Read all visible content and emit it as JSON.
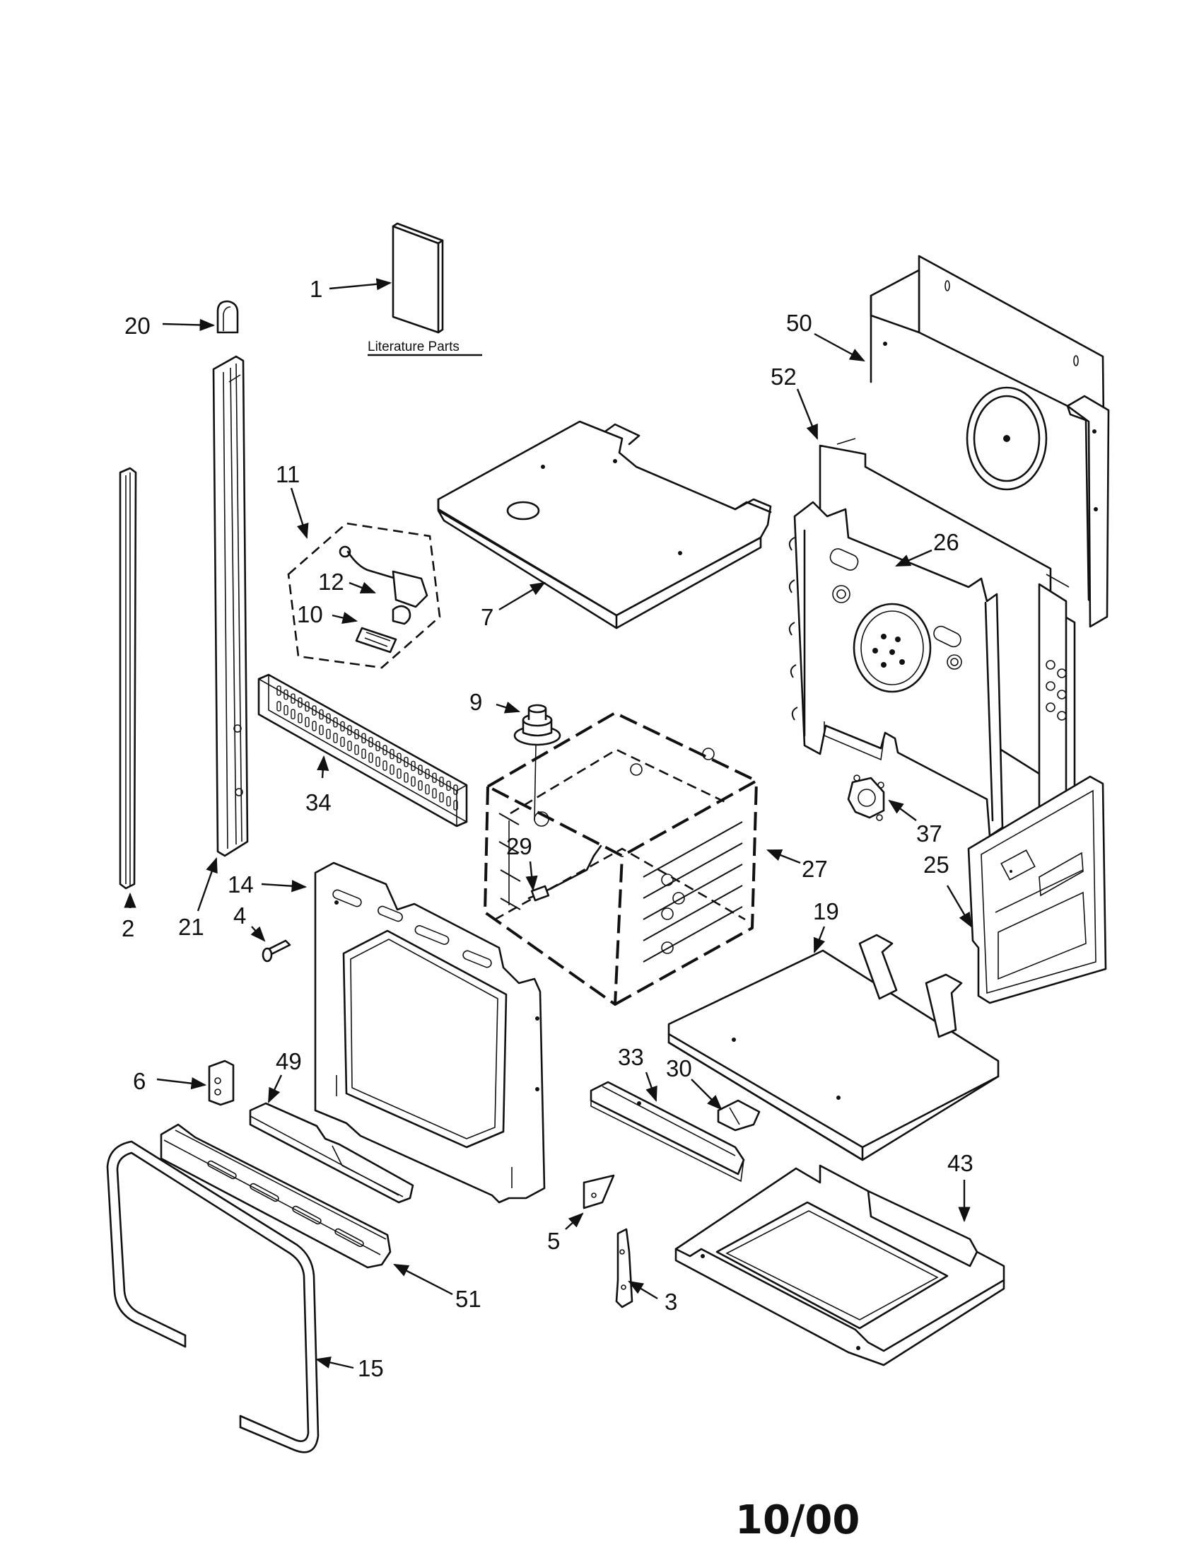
{
  "diagram": {
    "literature_caption": "Literature Parts",
    "date_code": "10/00",
    "callouts": [
      {
        "id": "c1",
        "text": "1"
      },
      {
        "id": "c2",
        "text": "2"
      },
      {
        "id": "c3",
        "text": "3"
      },
      {
        "id": "c4",
        "text": "4"
      },
      {
        "id": "c5",
        "text": "5"
      },
      {
        "id": "c6",
        "text": "6"
      },
      {
        "id": "c7",
        "text": "7"
      },
      {
        "id": "c9",
        "text": "9"
      },
      {
        "id": "c10",
        "text": "10"
      },
      {
        "id": "c11",
        "text": "11"
      },
      {
        "id": "c12",
        "text": "12"
      },
      {
        "id": "c14",
        "text": "14"
      },
      {
        "id": "c15",
        "text": "15"
      },
      {
        "id": "c19",
        "text": "19"
      },
      {
        "id": "c20",
        "text": "20"
      },
      {
        "id": "c21",
        "text": "21"
      },
      {
        "id": "c25",
        "text": "25"
      },
      {
        "id": "c26",
        "text": "26"
      },
      {
        "id": "c27",
        "text": "27"
      },
      {
        "id": "c29",
        "text": "29"
      },
      {
        "id": "c30",
        "text": "30"
      },
      {
        "id": "c33",
        "text": "33"
      },
      {
        "id": "c34",
        "text": "34"
      },
      {
        "id": "c37",
        "text": "37"
      },
      {
        "id": "c43",
        "text": "43"
      },
      {
        "id": "c49",
        "text": "49"
      },
      {
        "id": "c50",
        "text": "50"
      },
      {
        "id": "c51",
        "text": "51"
      },
      {
        "id": "c52",
        "text": "52"
      }
    ]
  }
}
